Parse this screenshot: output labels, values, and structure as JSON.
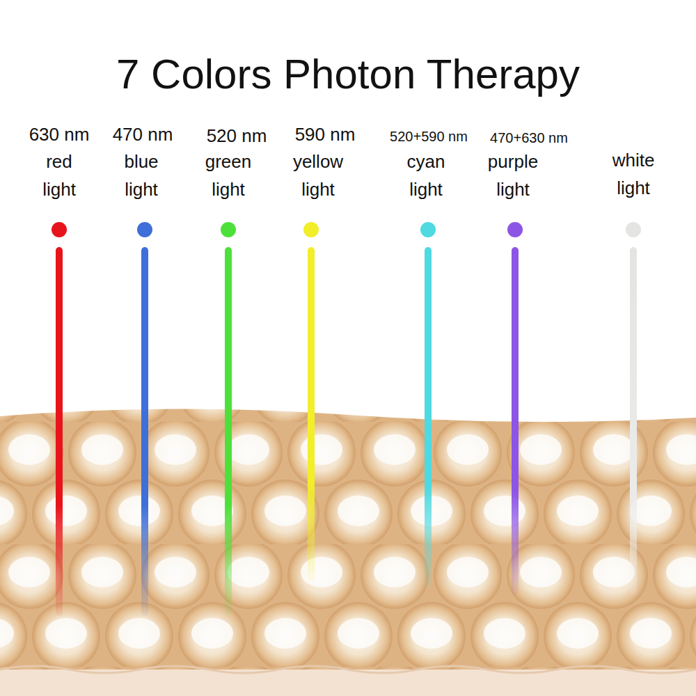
{
  "diagram": {
    "title": "7 Colors Photon Therapy",
    "labels": [
      "630 nm",
      "red light",
      "470 nm",
      "blue light",
      "520 nm",
      "green light",
      "590 nm",
      "yellow light",
      "520+590 nm",
      "cyan light",
      "470+630 nm",
      "purple light",
      "white light"
    ]
  }
}
